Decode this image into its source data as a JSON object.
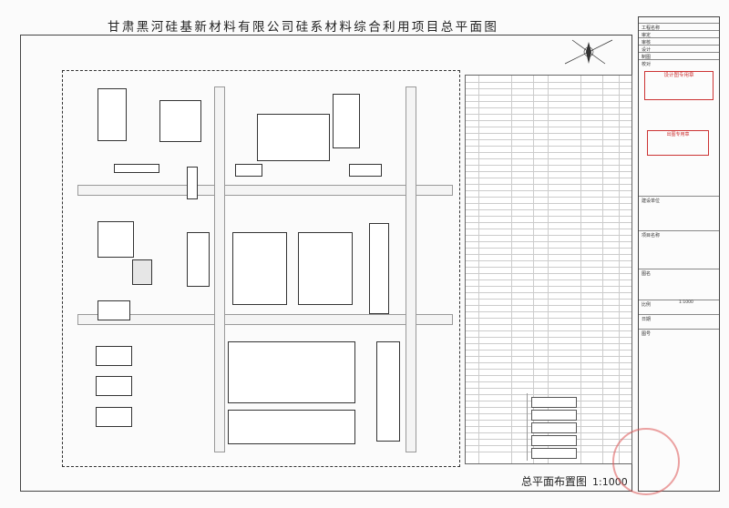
{
  "document": {
    "title": "甘肃黑河硅基新材料有限公司硅系材料综合利用项目总平面图",
    "bottom_title": "总平面布置图",
    "scale": "1:1000"
  },
  "title_block": {
    "rows": [
      "工程名称",
      "审定",
      "审核",
      "设计",
      "制图",
      "校对",
      "建设单位",
      "项目名称",
      "图名",
      "比例",
      "日期",
      "图号"
    ],
    "stamp_text": [
      "设计图专用章",
      "出图专用章"
    ],
    "scale_value": "1:1000"
  },
  "icons": {
    "compass": "north-arrow-icon",
    "round_stamp": "company-seal-icon"
  },
  "colors": {
    "stamp_red": "#cc3333",
    "line": "#333333"
  }
}
